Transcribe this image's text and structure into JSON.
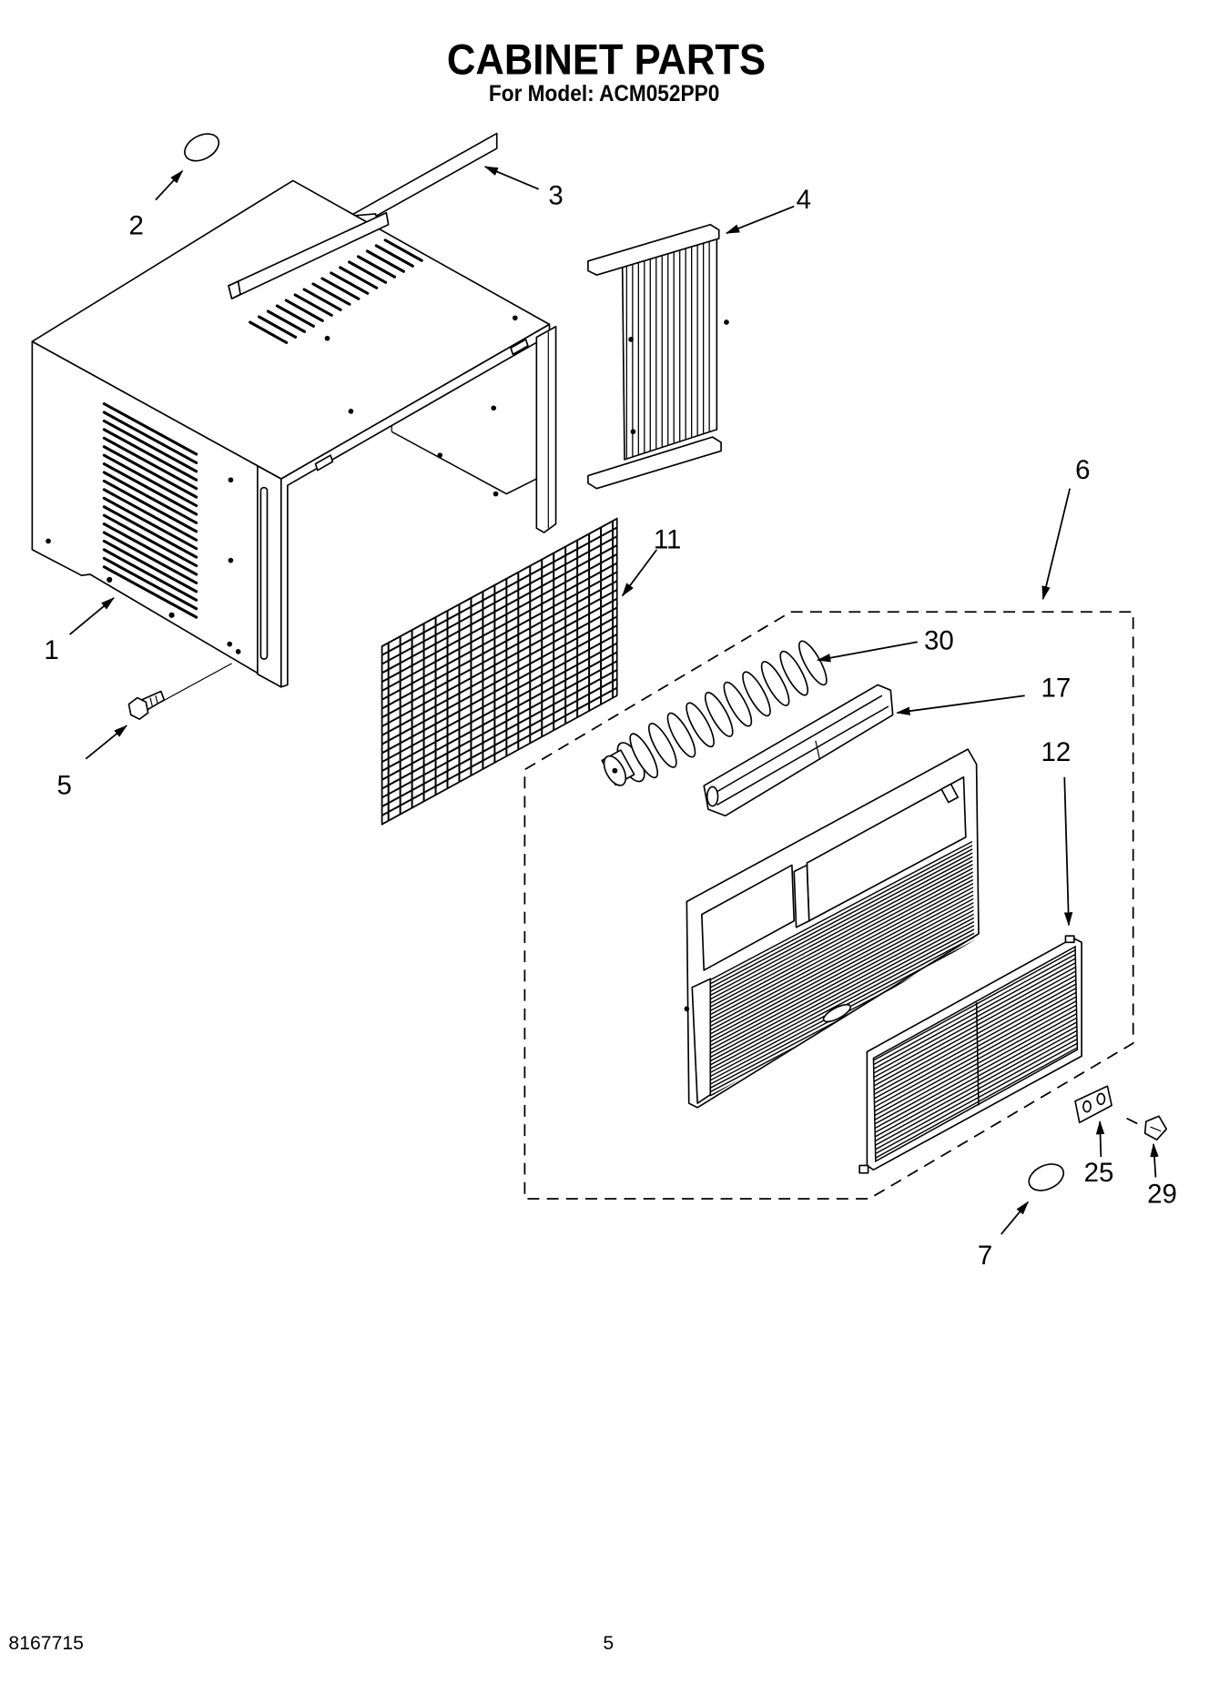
{
  "title": "CABINET PARTS",
  "subtitle": "For Model: ACM052PP0",
  "callouts": [
    "1",
    "2",
    "3",
    "4",
    "5",
    "6",
    "7",
    "11",
    "12",
    "17",
    "25",
    "29",
    "30"
  ],
  "footer": {
    "doc_number": "8167715",
    "page_number": "5"
  }
}
